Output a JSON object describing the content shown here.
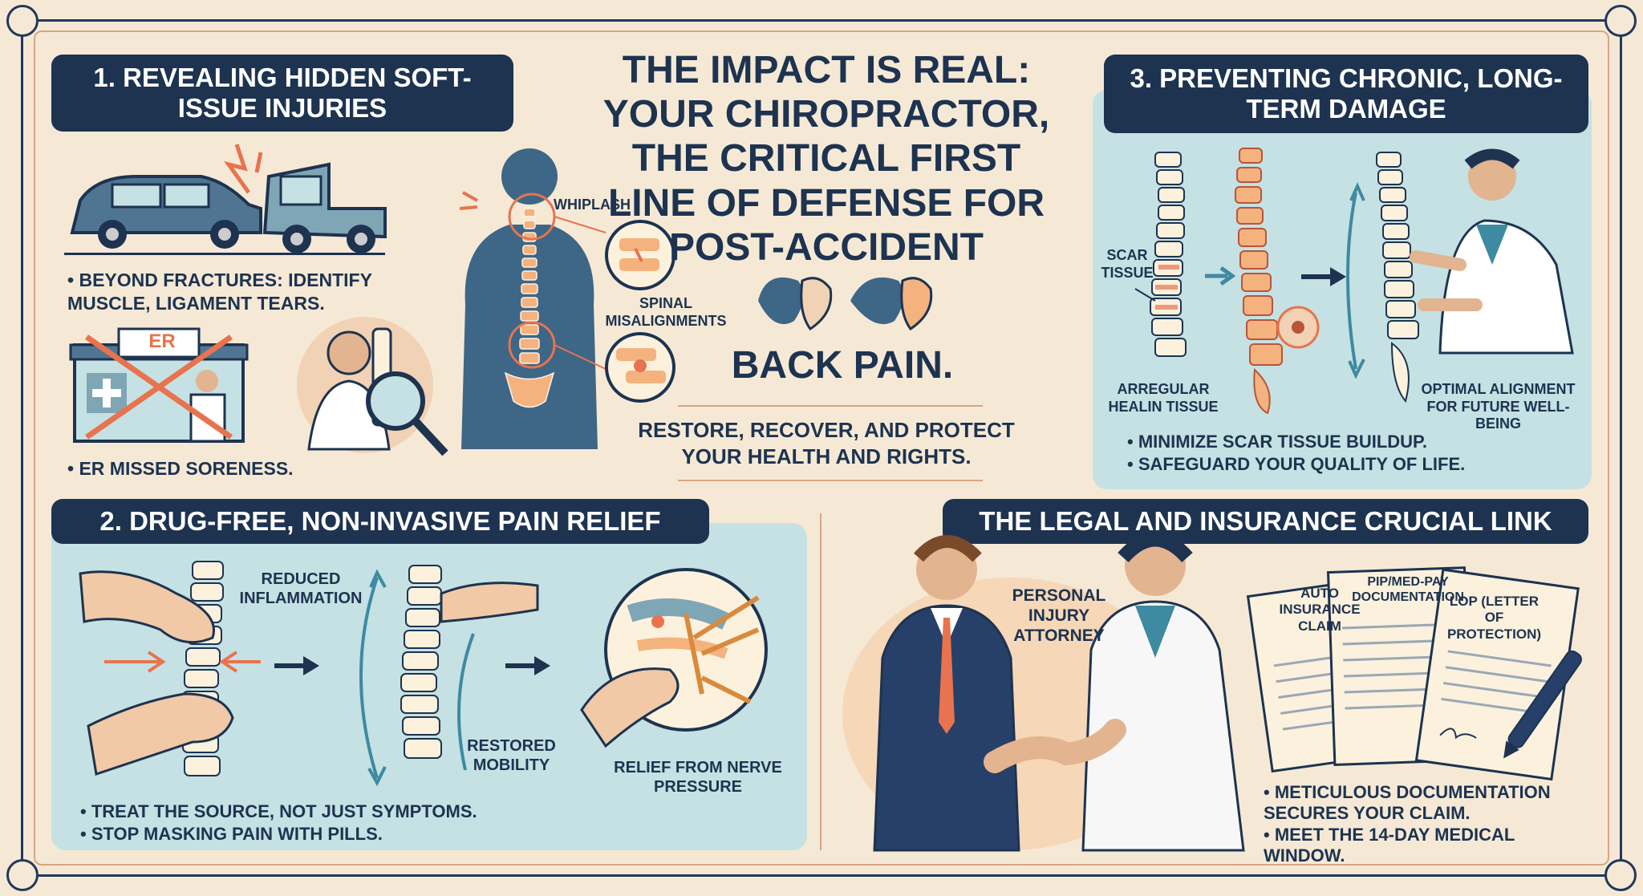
{
  "title": "The impact is real: your chiropractor, the critical first line of defense for post-accident",
  "title_end": "BACK PAIN.",
  "subtitle": "Restore, recover, and protect your health and rights.",
  "section1": {
    "header": "1. Revealing hidden soft-issue injuries",
    "bullets": [
      "Beyond fractures: identify muscle, ligament tears.",
      "ER missed soreness."
    ],
    "er_sign": "ER",
    "labels": {
      "whiplash": "WHIPLASH",
      "spinal": "SPINAL MISALIGNMENTS"
    }
  },
  "section2": {
    "header": "2. Drug-free, non-invasive pain relief",
    "labels": {
      "inflammation": "REDUCED INFLAMMATION",
      "mobility": "RESTORED MOBILITY",
      "nerve": "RELIEF FROM NERVE PRESSURE"
    },
    "bullets": [
      "Treat the source, not just symptoms.",
      "Stop masking pain with pills."
    ]
  },
  "section3": {
    "header": "3. Preventing chronic, long-term damage",
    "labels": {
      "scar": "SCAR TISSUE",
      "irregular": "ARREGULAR HEALIN TISSUE",
      "optimal": "OPTIMAL ALIGNMENT FOR FUTURE WELL-BEING"
    },
    "bullets": [
      "Minimize scar tissue buildup.",
      "Safeguard your quality of life."
    ]
  },
  "section4": {
    "header": "The legal and insurance crucial link",
    "attorney": "PERSONAL INJURY ATTORNEY",
    "docs": [
      "AUTO INSURANCE CLAIM",
      "PIP/MED-PAY DOCUMENTATION",
      "LOP (LETTER OF PROTECTION)"
    ],
    "bullets": [
      "Meticulous documentation secures your claim.",
      "Meet the 14-day medical window."
    ]
  },
  "colors": {
    "navy": "#1d3350",
    "teal": "#c5e1e3",
    "cream": "#f5e9d6",
    "accent": "#e8734e"
  }
}
